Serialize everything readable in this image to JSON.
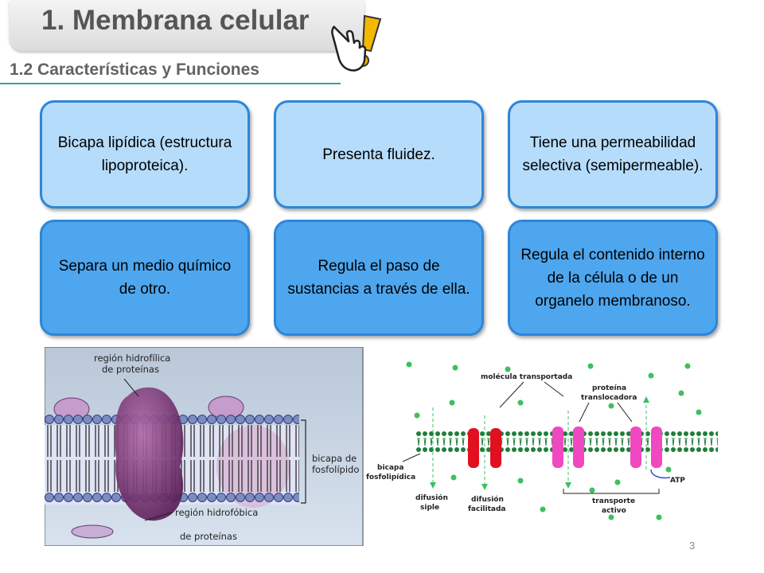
{
  "header": {
    "title": "1. Membrana celular",
    "subtitle": "1.2 Características y Funciones"
  },
  "boxes": [
    {
      "text": "Bicapa lipídica (estructura lipoproteica)."
    },
    {
      "text": "Presenta fluidez."
    },
    {
      "text": "Tiene una permeabilidad selectiva (semipermeable)."
    },
    {
      "text": "Separa un medio químico de otro."
    },
    {
      "text": "Regula el paso de sustancias a través de ella."
    },
    {
      "text": "Regula el contenido interno de la célula o de un organelo membranoso."
    }
  ],
  "left_figure": {
    "label_top_1": "región hidrofílica",
    "label_top_2": "de proteínas",
    "label_right_1": "bicapa de",
    "label_right_2": "fosfolípido",
    "label_bottom_1": "región hidrofóbica",
    "label_bottom_2": "de proteínas"
  },
  "right_figure": {
    "molecula": "molécula transportada",
    "proteina_1": "proteína",
    "proteina_2": "translocadora",
    "bicapa_1": "bicapa",
    "bicapa_2": "fosfolipídica",
    "atp": "ATP",
    "difusion_simple_1": "difusión",
    "difusion_simple_2": "siple",
    "difusion_facilitada_1": "difusión",
    "difusion_facilitada_2": "facilitada",
    "transporte_1": "transporte",
    "transporte_2": "activo"
  },
  "colors": {
    "box_light": "#b6dcfb",
    "box_dark": "#4ea6ee",
    "box_border": "#2e86d8",
    "accent_rule": "#2aa8a0",
    "channel_red": "#e01020",
    "channel_pink": "#f048c0",
    "molecule_green": "#3cc060"
  },
  "footer": {
    "page": "3"
  }
}
